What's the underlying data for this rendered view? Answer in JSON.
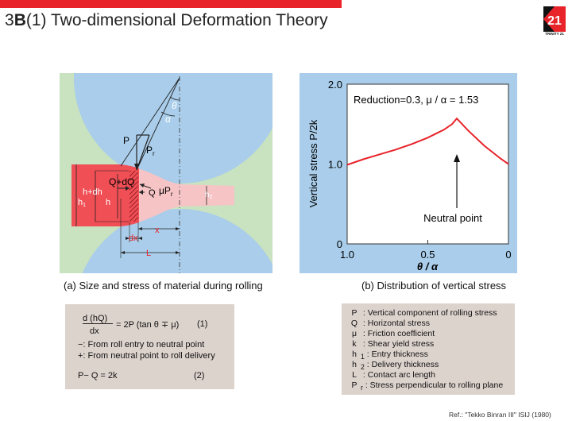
{
  "header": {
    "num": "3",
    "letter": "B",
    "part": "(1)",
    "title": "Two-dimensional Deformation Theory",
    "logo_number": "21",
    "logo_text": "TRINITY 21",
    "accent_color": "#e8232a"
  },
  "diagram_a": {
    "labels": {
      "theta": "θ",
      "alpha": "α",
      "P": "P",
      "Pr": "P",
      "Pr_sub": "r",
      "QdQ": "Q+dQ",
      "Q": "Q",
      "muPr": "μP",
      "muPr_sub": "r",
      "hdh": "h+dh",
      "h": "h",
      "h1": "h",
      "h1_sub": "1",
      "h2": "h",
      "h2_sub": "2",
      "dx": "dx",
      "x": "x",
      "L": "L"
    },
    "caption": "(a) Size and stress of material during rolling",
    "colors": {
      "background": "#c9e2c0",
      "roll": "#a9cdea",
      "material": "#f04f55",
      "delivery": "#f7c4c6"
    }
  },
  "chart_panel": {
    "caption": "(b) Distribution of vertical stress",
    "annotation_label": "Neutral point",
    "chart_data": {
      "type": "line",
      "title": "Reduction=0.3,  μ / α = 1.53",
      "ylabel": "Vertical stress P/2k",
      "xlabel": "θ / α",
      "x_reversed": true,
      "xlim": [
        1.0,
        0
      ],
      "ylim": [
        0,
        2.0
      ],
      "x_ticks": [
        "1.0",
        "0.5",
        "0"
      ],
      "y_ticks": [
        "2.0",
        "1.0",
        "0"
      ],
      "grid": false,
      "series": [
        {
          "color": "#e8232a",
          "x": [
            1.0,
            0.9,
            0.8,
            0.7,
            0.6,
            0.5,
            0.45,
            0.4,
            0.35,
            0.32,
            0.25,
            0.15,
            0.05,
            0.0
          ],
          "y": [
            0.99,
            1.06,
            1.12,
            1.18,
            1.25,
            1.33,
            1.38,
            1.43,
            1.5,
            1.57,
            1.42,
            1.23,
            1.07,
            1.0
          ]
        }
      ],
      "annotation": {
        "label": "Neutral point",
        "x": 0.32
      }
    }
  },
  "equations": {
    "eq1_num": "d (hQ)",
    "eq1_den": "dx",
    "eq1_rhs": "= 2P (tan θ ∓ μ)",
    "eq1_tag": "(1)",
    "note_minus": "−: From roll entry to neutral point",
    "note_plus": "+: From neutral point to roll delivery",
    "eq2": "P− Q = 2k",
    "eq2_tag": "(2)"
  },
  "legend": [
    {
      "sym": "P",
      "sub": "",
      "text": ": Vertical component of rolling stress"
    },
    {
      "sym": "Q",
      "sub": "",
      "text": ": Horizontal stress"
    },
    {
      "sym": "μ",
      "sub": "",
      "text": ": Friction coefficient"
    },
    {
      "sym": "k",
      "sub": "",
      "text": ": Shear yield stress"
    },
    {
      "sym": "h",
      "sub": "1",
      "text": ": Entry thickness"
    },
    {
      "sym": "h",
      "sub": "2",
      "text": ": Delivery thickness"
    },
    {
      "sym": "L",
      "sub": "",
      "text": ": Contact arc length"
    },
    {
      "sym": "P",
      "sub": "r",
      "text": ": Stress perpendicular to rolling plane"
    }
  ],
  "reference": "Ref.: \"Tekko Binran III\" ISIJ (1980)"
}
